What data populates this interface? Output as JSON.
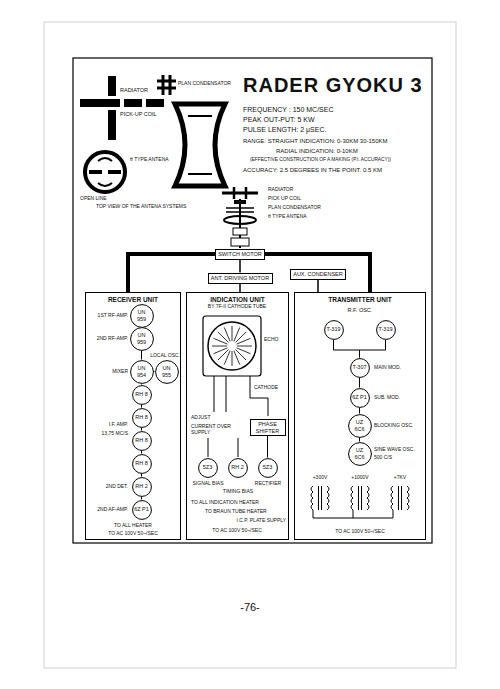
{
  "diagram": {
    "title": "RADER GYOKU 3",
    "nodes": [
      {
        "text": [
          "SWITCH MOTOR"
        ]
      },
      {
        "text": [
          "ANT. DRIVING MOTOR"
        ]
      },
      {
        "text": [
          "AUX. CONDENSER"
        ]
      },
      {
        "text": [
          "RECEIVER UNIT"
        ]
      },
      {
        "text": [
          "UN 959"
        ],
        "in": 3
      },
      {
        "text": [
          "UN 959"
        ],
        "in": 3
      },
      {
        "text": [
          "UN 955"
        ],
        "in": 3
      },
      {
        "text": [
          "UN 954"
        ],
        "in": 3
      },
      {
        "text": [
          "RH 8"
        ],
        "in": 3
      },
      {
        "text": [
          "RH 8"
        ],
        "in": 3
      },
      {
        "text": [
          "RH 8"
        ],
        "in": 3
      },
      {
        "text": [
          "RH 8"
        ],
        "in": 3
      },
      {
        "text": [
          "RH 2"
        ],
        "in": 3
      },
      {
        "text": [
          "6Z P1"
        ],
        "in": 3
      },
      {
        "text": [
          "INDICATION UNIT"
        ]
      },
      {
        "text": [
          "PHASE SHIFTER"
        ],
        "in": 14
      },
      {
        "text": [
          "5Z3"
        ],
        "in": 14
      },
      {
        "text": [
          "RH 2"
        ],
        "in": 14
      },
      {
        "text": [
          "5Z3"
        ],
        "in": 14
      },
      {
        "text": [
          "TRANSMITTER UNIT"
        ]
      },
      {
        "text": [
          "T-319"
        ],
        "in": 19
      },
      {
        "text": [
          "T-319"
        ],
        "in": 19
      },
      {
        "text": [
          "T-307"
        ],
        "in": 19
      },
      {
        "text": [
          "6Z P1"
        ],
        "in": 19
      },
      {
        "text": [
          "UZ 6C6"
        ],
        "in": 19
      },
      {
        "text": [
          "UZ 6C6"
        ],
        "in": 19
      }
    ],
    "edges": [
      {
        "from": 0,
        "to": 3,
        "arrow": "none"
      },
      {
        "from": 0,
        "to": 19,
        "arrow": "none"
      },
      {
        "from": 0,
        "to": 1,
        "arrow": "none"
      },
      {
        "from": 1,
        "to": 14,
        "arrow": "none"
      },
      {
        "from": 2,
        "to": 19,
        "arrow": "none"
      },
      {
        "from": 4,
        "to": 5,
        "arrow": "none"
      },
      {
        "from": 5,
        "to": 7,
        "arrow": "none"
      },
      {
        "from": 6,
        "to": 7,
        "arrow": "none"
      },
      {
        "from": 7,
        "to": 8,
        "arrow": "none"
      },
      {
        "from": 8,
        "to": 9,
        "arrow": "none"
      },
      {
        "from": 9,
        "to": 10,
        "arrow": "none"
      },
      {
        "from": 10,
        "to": 11,
        "arrow": "none"
      },
      {
        "from": 11,
        "to": 12,
        "arrow": "none"
      },
      {
        "from": 12,
        "to": 13,
        "arrow": "none"
      },
      {
        "from": 15,
        "to": 18,
        "arrow": "none"
      },
      {
        "from": 20,
        "to": 22,
        "arrow": "none"
      },
      {
        "from": 21,
        "to": 22,
        "arrow": "none"
      },
      {
        "from": 22,
        "to": 23,
        "arrow": "none"
      },
      {
        "from": 23,
        "to": 24,
        "arrow": "none"
      },
      {
        "from": 24,
        "to": 25,
        "arrow": "none"
      }
    ],
    "labels": [
      "FREQUENCY : 150 MC/SEC",
      "PEAK OUT-PUT: 5 KW",
      "PULSE LENGTH: 2 μSEC.",
      "RANGE: STRAIGHT INDICATION: 0-30KM 30-150KM",
      "RADIAL INDICATION: 0-10KM",
      "(EFFECTIVE CONSTRUCTION OF A MAKING (P.I. ACCURACY))",
      "ACCURACY: 2.5 DEGREES IN THE POINT. 0.5 KM",
      "RADIATOR",
      "PICK-UP COIL",
      "PLAN CONDENSATOR",
      "θ TYPE ANTENA",
      "OPEN LINE",
      "TOP VIEW OF THE ANTENA SYSTEMS",
      "RADIATOR",
      "PICK UP COIL",
      "PLAN CONDENSATOR",
      "θ TYPE ANTENA",
      "1ST RF-AMP.",
      "2ND RF-AMP.",
      "LOCAL OSC.",
      "MIXER",
      "I.F. AMP.",
      "13.75 MC/S",
      "2ND DET.",
      "2ND AF-AMP.",
      "TO ALL HEATER",
      "TO AC 100V 50~/SEC",
      "BY 7F-II CATHODE TUBE",
      "ECHO",
      "CATHODE",
      "ADJUST",
      "CURRENT OVER SUPPLY",
      "SIGNAL BIAS",
      "TIMING BIAS",
      "RECTIFIER",
      "TO ALL INDICATION HEATER",
      "TO BRAUN TUBE HEATER",
      "I.C.P. PLATE SUPPLY",
      "TO AC 100V 50~/SEC",
      "R.F. OSC.",
      "MAIN MOD.",
      "SUB. MOD.",
      "BLOCKING OSC.",
      "SINE WAVE OSC.",
      "500 C/S",
      "+300V",
      "+1000V",
      "+7KV",
      "TO AC 100V 50~/SEC",
      "-76-"
    ]
  }
}
